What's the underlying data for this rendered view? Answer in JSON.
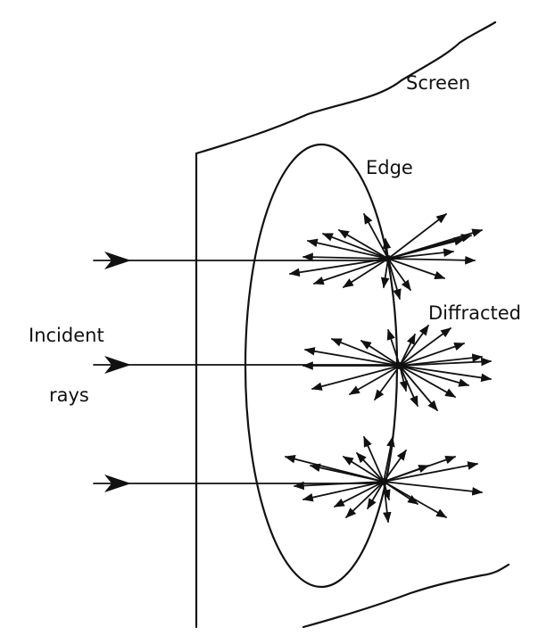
{
  "labels": {
    "screen": "Screen",
    "edge": "Edge",
    "diffracted": "Diffracted",
    "incident_line1": "Incident",
    "incident_line2": "rays"
  },
  "colors": {
    "ink": "#111111",
    "background": "#ffffff"
  }
}
